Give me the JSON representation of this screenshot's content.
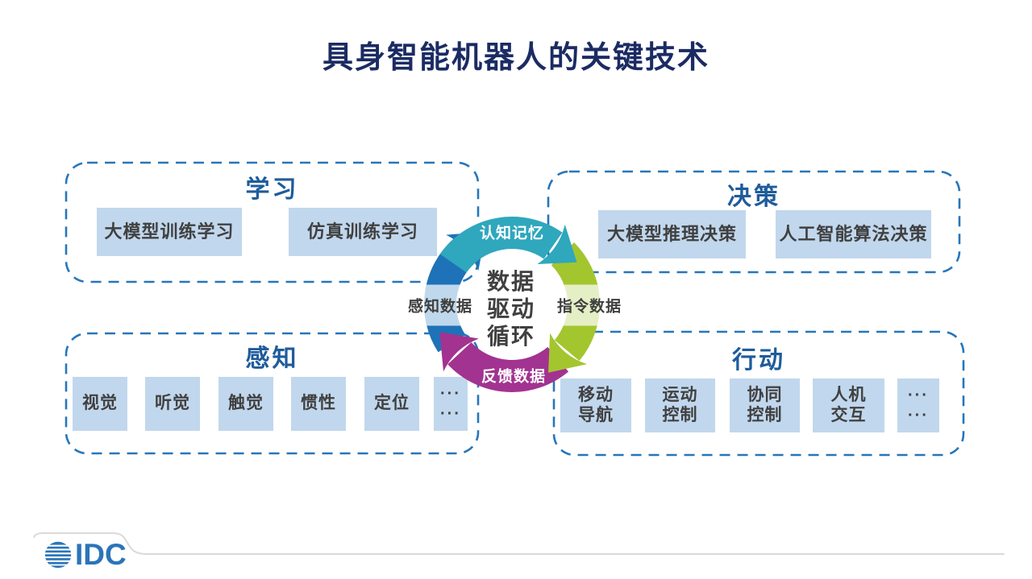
{
  "slide_title": "具身智能机器人的关键技术",
  "panels": {
    "learning": {
      "title": "学习",
      "items": [
        [
          "大模型训练学习"
        ],
        [
          "仿真训练学习"
        ]
      ]
    },
    "decision": {
      "title": "决策",
      "items": [
        [
          "大模型推理决策"
        ],
        [
          "人工智能算法决策"
        ]
      ]
    },
    "perception": {
      "title": "感知",
      "items": [
        [
          "视觉"
        ],
        [
          "听觉"
        ],
        [
          "触觉"
        ],
        [
          "惯性"
        ],
        [
          "定位"
        ],
        [
          "···",
          "···"
        ]
      ]
    },
    "action": {
      "title": "行动",
      "items": [
        [
          "移动",
          "导航"
        ],
        [
          "运动",
          "控制"
        ],
        [
          "协同",
          "控制"
        ],
        [
          "人机",
          "交互"
        ],
        [
          "···",
          "···"
        ]
      ]
    }
  },
  "cycle": {
    "center_lines": [
      "数据",
      "驱动",
      "循环"
    ],
    "top_label": "认知记忆",
    "right_label": "指令数据",
    "bottom_label": "反馈数据",
    "left_label": "感知数据",
    "colors": {
      "top": "#2FA7BD",
      "right": "#A3C62F",
      "bottom": "#A23390",
      "left": "#1E72B8"
    }
  },
  "style_colors": {
    "title": "#1B2B63",
    "panel_title": "#1E5C9B",
    "panel_border": "#2776B9",
    "box_fill": "#C1D7ED",
    "logo_blue": "#2A75B8"
  },
  "footer": {
    "logo_text": "IDC"
  }
}
